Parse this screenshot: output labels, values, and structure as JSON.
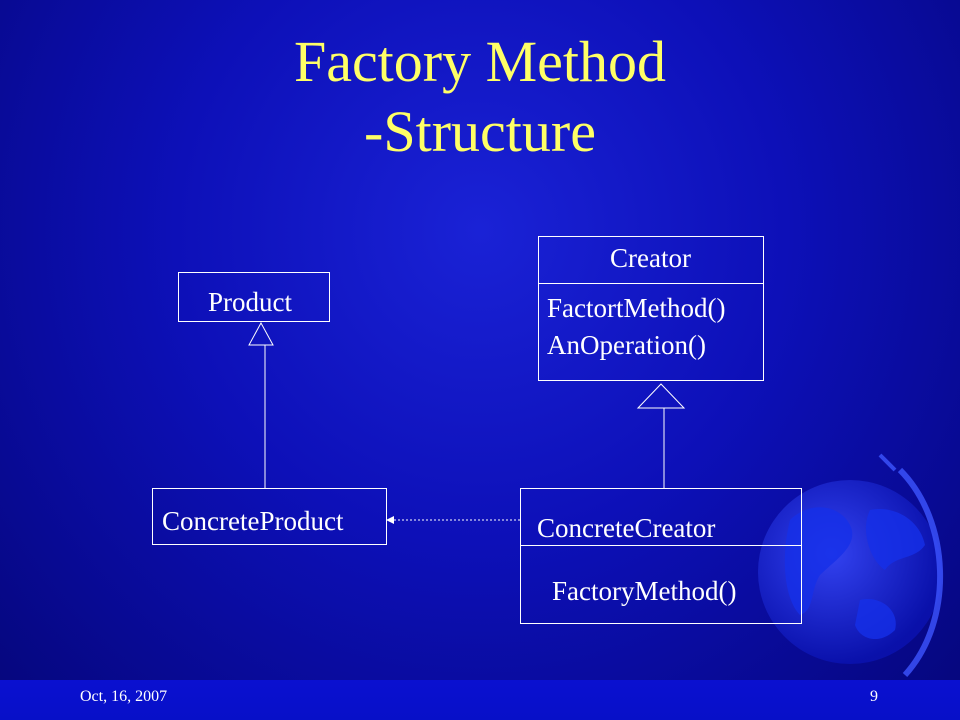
{
  "slide": {
    "title_line1": "Factory Method",
    "title_line2": "-Structure",
    "footer_date": "Oct,  16, 2007",
    "page_number": "9"
  },
  "diagram": {
    "product": {
      "name": "Product"
    },
    "concrete_product": {
      "name": "ConcreteProduct"
    },
    "creator": {
      "name": "Creator",
      "methods": [
        "FactortMethod()",
        "AnOperation()"
      ]
    },
    "concrete_creator": {
      "name": "ConcreteCreator",
      "methods": [
        "FactoryMethod()"
      ]
    },
    "relations": [
      {
        "from": "ConcreteProduct",
        "to": "Product",
        "type": "inheritance"
      },
      {
        "from": "ConcreteCreator",
        "to": "Creator",
        "type": "inheritance"
      },
      {
        "from": "ConcreteCreator",
        "to": "ConcreteProduct",
        "type": "dependency"
      }
    ]
  },
  "colors": {
    "title": "#ffff66",
    "background": "#0d10b8",
    "text": "#ffffff"
  }
}
